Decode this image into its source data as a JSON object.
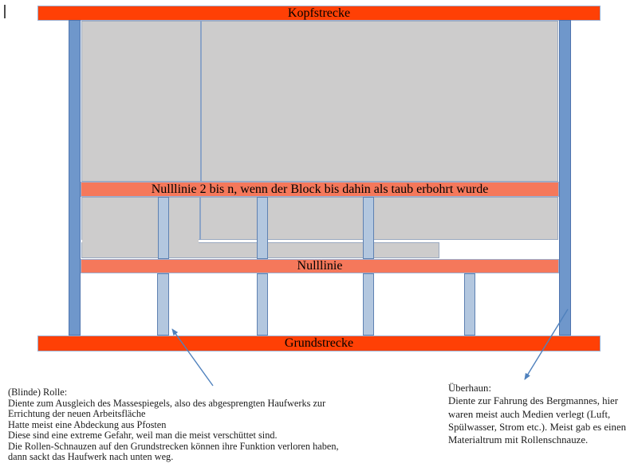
{
  "colors": {
    "strecke_orange": "#FF4005",
    "nulllinie_salmon": "#F5785B",
    "pillar_blue": "#6F97CB",
    "pillar_border": "#4E74AE",
    "post_blue": "#B3C7DF",
    "post_border": "#5E81B2",
    "block_gray": "#CDCCCC",
    "block_border": "#9AA9C0",
    "bar_border": "#9DAFD0",
    "divider_blue": "#8BA3C6",
    "arrow_blue": "#4F81BD"
  },
  "diagram": {
    "kopfstrecke_label": "Kopfstrecke",
    "nulllinie2_label": "Nulllinie 2 bis n, wenn der Block bis dahin als taub erbohrt wurde",
    "nulllinie_label": "Nulllinie",
    "grundstrecke_label": "Grundstrecke"
  },
  "notes": {
    "blinde_rolle": {
      "lines": [
        "(Blinde) Rolle:",
        "Diente zum Ausgleich des Massespiegels, also des abgesprengten Haufwerks zur",
        "Errichtung der neuen Arbeitsfläche",
        "Hatte meist eine Abdeckung aus Pfosten",
        "Diese sind eine extreme Gefahr, weil man die meist verschüttet sind.",
        "Die Rollen-Schnauzen auf den Grundstrecken können ihre Funktion verloren haben,",
        "dann sackt das Haufwerk nach unten weg."
      ]
    },
    "ueberhaun": {
      "lines": [
        "Überhaun:",
        "Diente zur Fahrung des Bergmannes, hier",
        "waren meist auch Medien verlegt (Luft,",
        "Spülwasser, Strom etc.). Meist gab es einen",
        "Materialtrum mit Rollenschnauze."
      ]
    }
  }
}
